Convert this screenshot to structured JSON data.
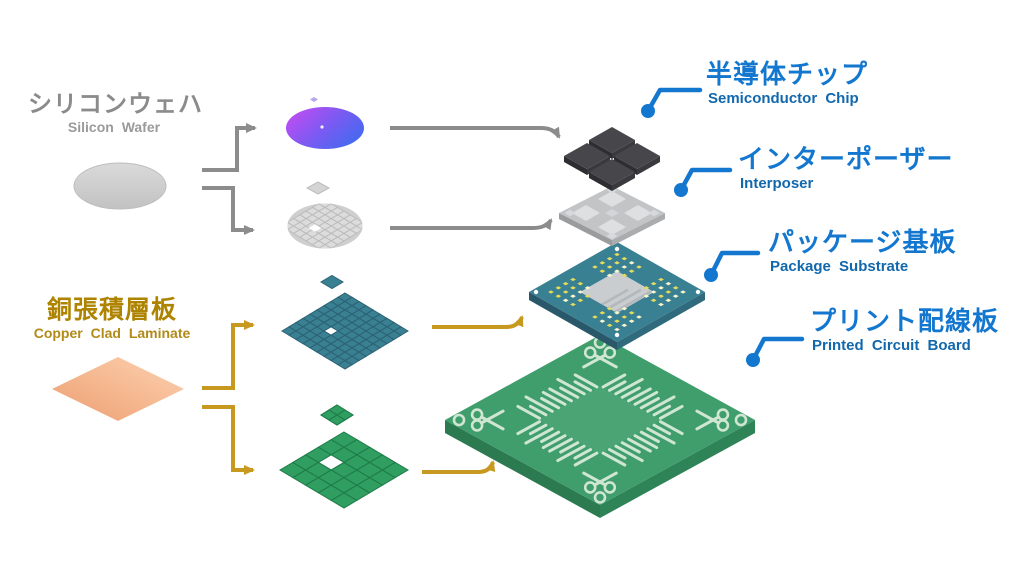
{
  "diagram": {
    "sources": [
      {
        "id": "silicon-wafer",
        "jp": "シリコンウェハ",
        "en": "Silicon Wafer"
      },
      {
        "id": "copper-clad-laminate",
        "jp": "銅張積層板",
        "en": "Copper Clad Laminate"
      }
    ],
    "callouts": [
      {
        "id": "semiconductor-chip",
        "jp": "半導体チップ",
        "en": "Semiconductor Chip"
      },
      {
        "id": "interposer",
        "jp": "インターポーザー",
        "en": "Interposer"
      },
      {
        "id": "package-substrate",
        "jp": "パッケージ基板",
        "en": "Package Substrate"
      },
      {
        "id": "printed-circuit-board",
        "jp": "プリント配線板",
        "en": "Printed Circuit Board"
      }
    ],
    "colors": {
      "label_blue": "#1377cf",
      "label_blue_sub": "#1268ad",
      "label_gray": "#8b8b8b",
      "label_gold": "#ae8300",
      "arrow_gray": "#8c8c8c",
      "arrow_gold": "#c8991f",
      "pcb_green": "#3f9e6b",
      "substrate_teal": "#3a8093",
      "chip_dark": "#47474b",
      "interposer_gray": "#c2c4c6",
      "copper": "#f2a87b",
      "wafer_purple_left": "#c04df2",
      "wafer_purple_right": "#3e6cf0"
    }
  }
}
